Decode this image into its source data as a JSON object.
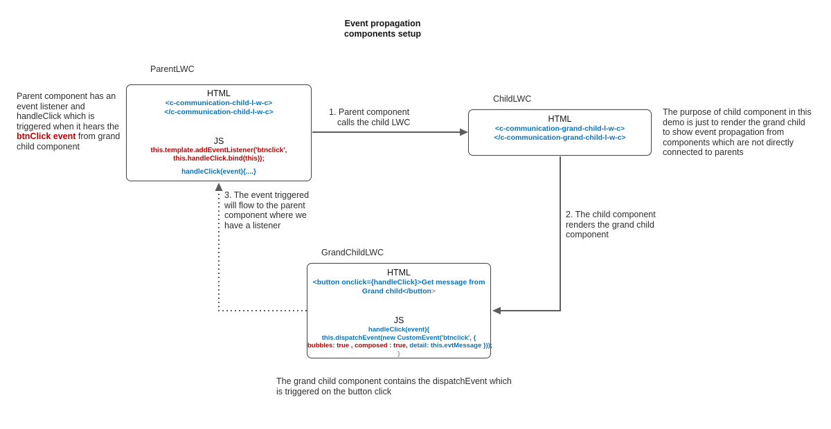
{
  "title": {
    "line1": "Event propagation",
    "line2": "components setup"
  },
  "notes": {
    "left_part1": "Parent component has an event listener and handleClick which is triggered when it hears the ",
    "left_highlight": "btnClick event",
    "left_part2": " from grand child component",
    "right": "The purpose of child component in this demo is just to render the grand child to show event propagation from components which are not directly connected to parents",
    "bottom": "The grand child component contains the dispatchEvent which is triggered on the button click"
  },
  "steps": {
    "step1": "1. Parent component calls the child LWC",
    "step2": "2. The child component renders the grand child component",
    "step3": "3. The event triggered will flow to the parent component where we have a listener"
  },
  "boxes": {
    "parent": {
      "label": "ParentLWC",
      "html_heading": "HTML",
      "html_lines": [
        "<c-communication-child-l-w-c>",
        "</c-communication-child-l-w-c>"
      ],
      "js_heading": "JS",
      "js_red_lines": [
        "this.template.addEventListener('btnclick',",
        "this.handleClick.bind(this));"
      ],
      "js_blue_line": "handleClick(event){....}"
    },
    "child": {
      "label": "ChildLWC",
      "html_heading": "HTML",
      "html_lines": [
        "<c-communication-grand-child-l-w-c>",
        "</c-communication-grand-child-l-w-c>"
      ]
    },
    "grandchild": {
      "label": "GrandChildLWC",
      "html_heading": "HTML",
      "html_line1": "<button onclick={handleClick}>Get message from",
      "html_line2_blue": "Grand child</button",
      "html_line2_gray": ">",
      "js_heading": "JS",
      "js_lines_blue": [
        "handleClick(event){",
        "this.dispatchEvent(new CustomEvent('btnclick', {"
      ],
      "js_line3_red": "bubbles: true , composed : true,",
      "js_line3_blue": " detail: this.evtMessage }));",
      "js_closing_gray": "}"
    }
  },
  "colors": {
    "code_blue": "#0c73b8",
    "code_red": "#c00000",
    "muted_gray": "#9b9b9b",
    "line_gray": "#5c5c5c"
  }
}
